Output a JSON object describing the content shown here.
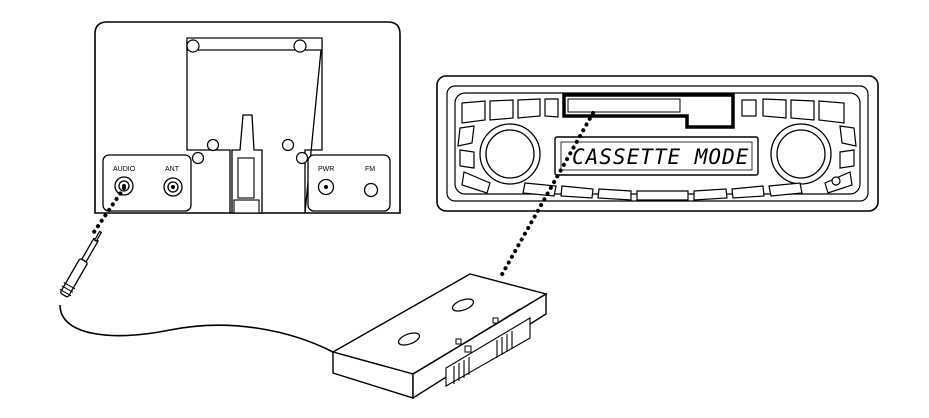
{
  "device": {
    "ports": {
      "audio": "AUDIO",
      "ant": "ANT",
      "pwr": "PWR",
      "fm": "FM"
    }
  },
  "car_stereo": {
    "display_text": "CASSETTE MODE"
  },
  "colors": {
    "line": "#000000",
    "panel_fill": "#f2f2f2",
    "background": "#ffffff"
  }
}
